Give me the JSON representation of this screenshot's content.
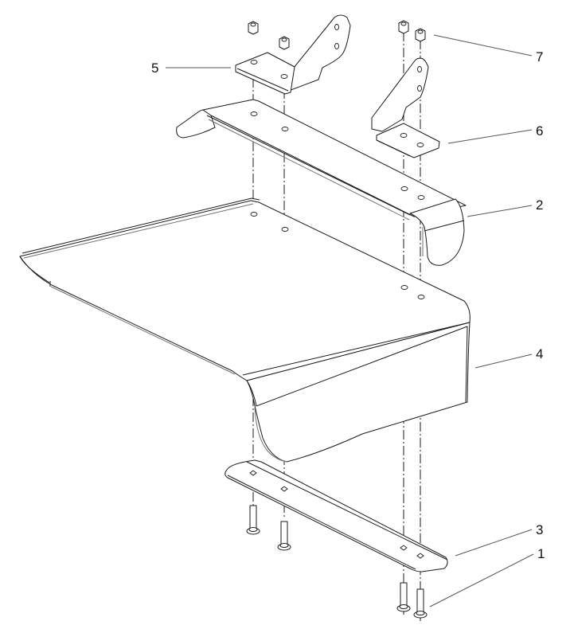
{
  "diagram": {
    "type": "exploded-parts-assembly",
    "line_color": "#1a1a1a",
    "background": "#ffffff",
    "callouts": [
      {
        "id": "1",
        "label": "1",
        "part": "flange bolt (x4, bottom)"
      },
      {
        "id": "2",
        "label": "2",
        "part": "upper mounting bar"
      },
      {
        "id": "3",
        "label": "3",
        "part": "lower backing strap"
      },
      {
        "id": "4",
        "label": "4",
        "part": "tray / shelf panel"
      },
      {
        "id": "5",
        "label": "5",
        "part": "left angle bracket"
      },
      {
        "id": "6",
        "label": "6",
        "part": "right angle bracket"
      },
      {
        "id": "7",
        "label": "7",
        "part": "hex nut (x4, top)"
      }
    ]
  }
}
